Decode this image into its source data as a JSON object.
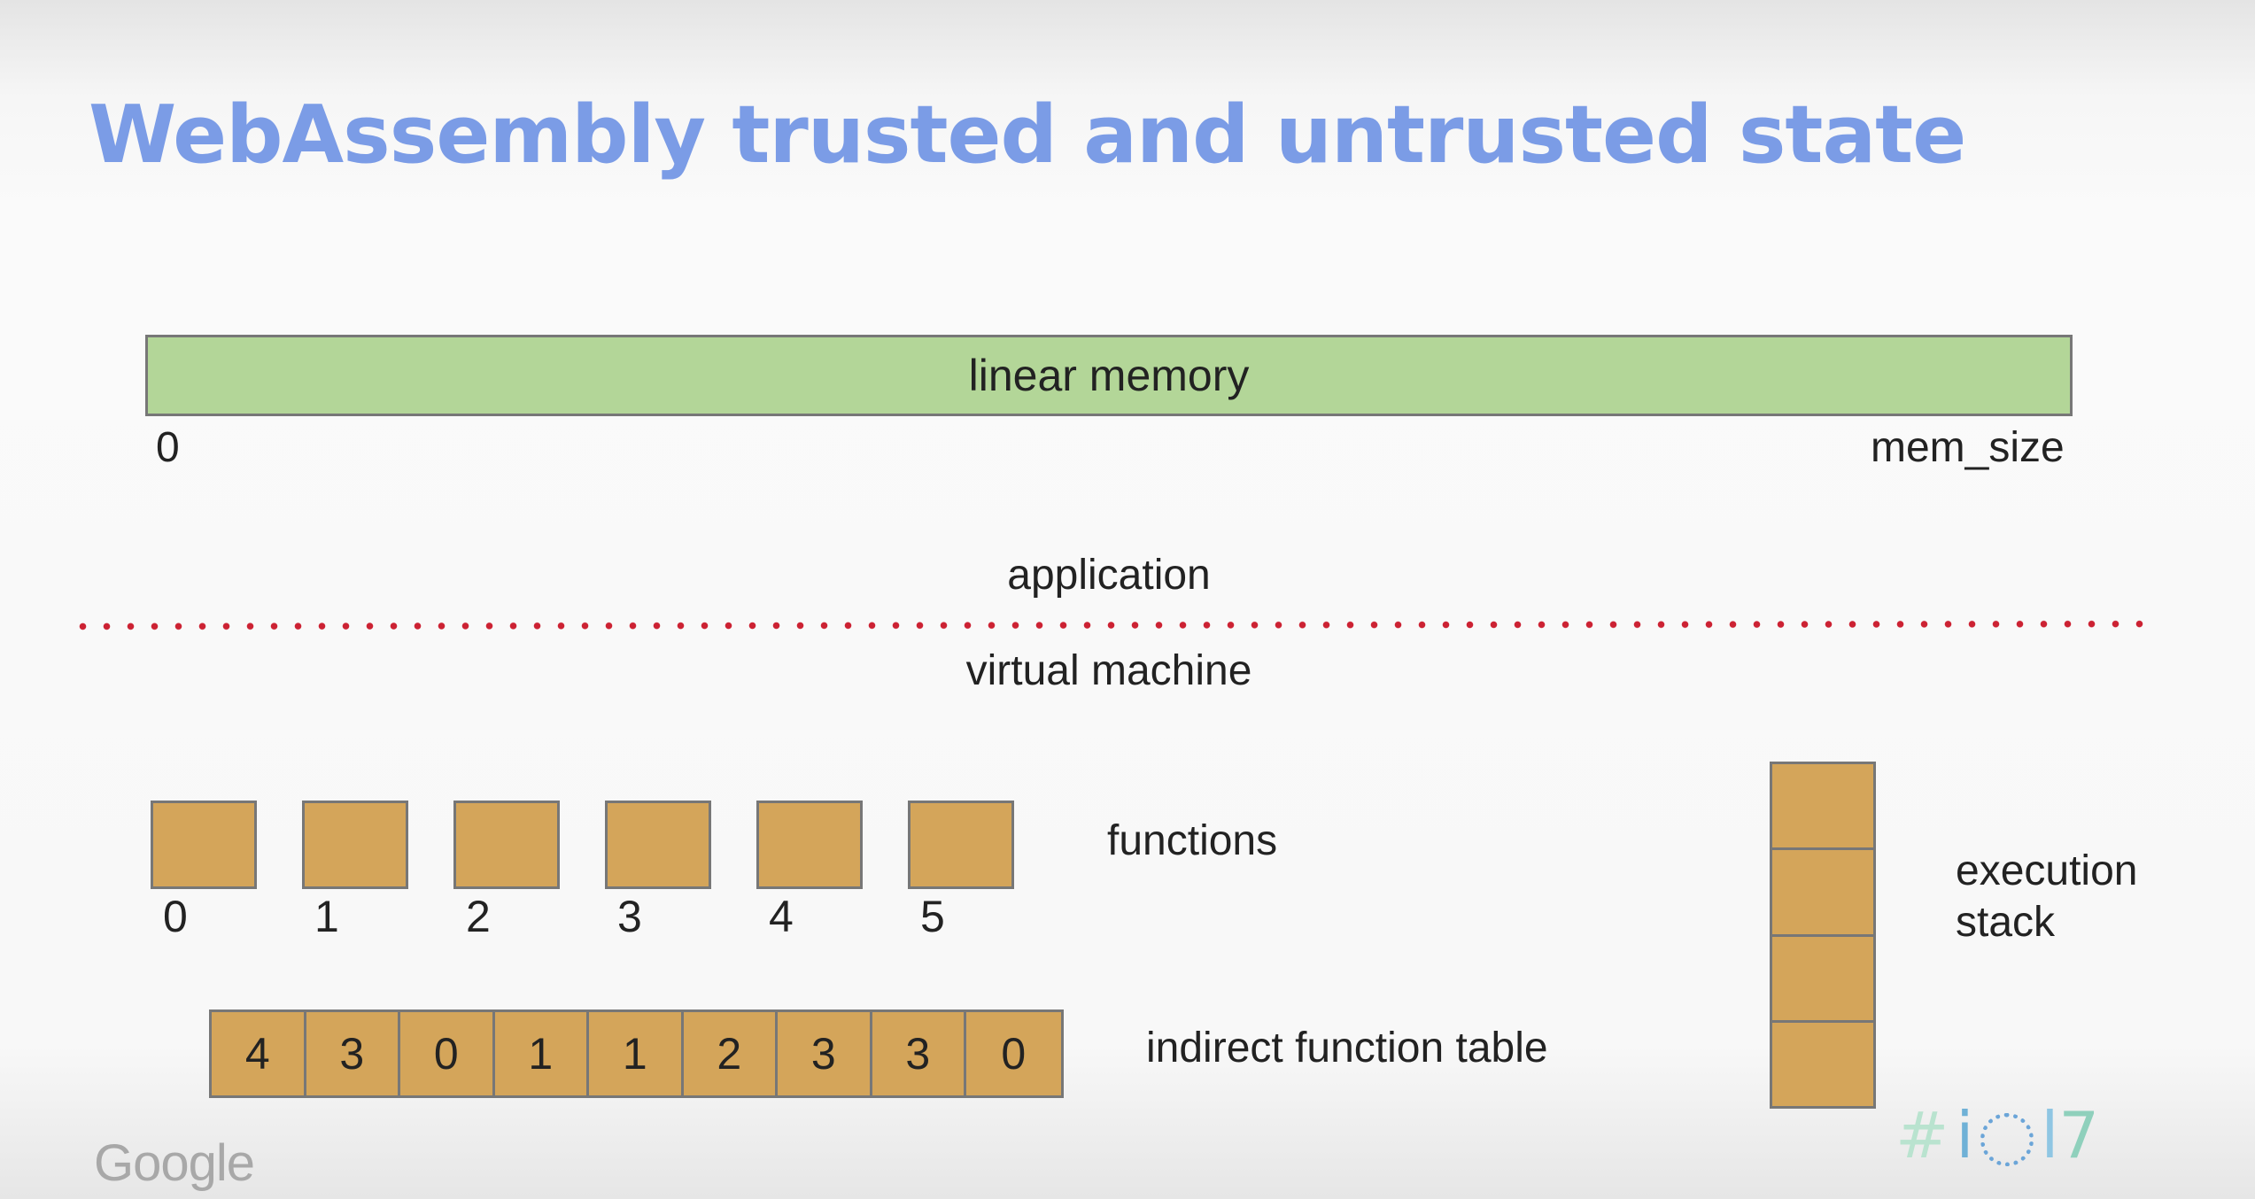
{
  "title": "WebAssembly trusted and untrusted state",
  "memory": {
    "label": "linear memory",
    "start_label": "0",
    "end_label": "mem_size"
  },
  "layers": {
    "upper": "application",
    "lower": "virtual machine"
  },
  "functions": {
    "label": "functions",
    "indices": [
      "0",
      "1",
      "2",
      "3",
      "4",
      "5"
    ]
  },
  "indirect_table": {
    "label": "indirect function table",
    "entries": [
      "4",
      "3",
      "0",
      "1",
      "1",
      "2",
      "3",
      "3",
      "0"
    ]
  },
  "stack": {
    "label_line1": "execution",
    "label_line2": "stack",
    "slots": 4
  },
  "footer": {
    "brand": "Google",
    "event_hash": "#",
    "event_i": "i",
    "event_1": "l",
    "event_7": "7"
  },
  "colors": {
    "title": "#7b9ce6",
    "memory_fill": "#b3d698",
    "box_fill": "#d4a55a",
    "divider": "#cc2233"
  }
}
